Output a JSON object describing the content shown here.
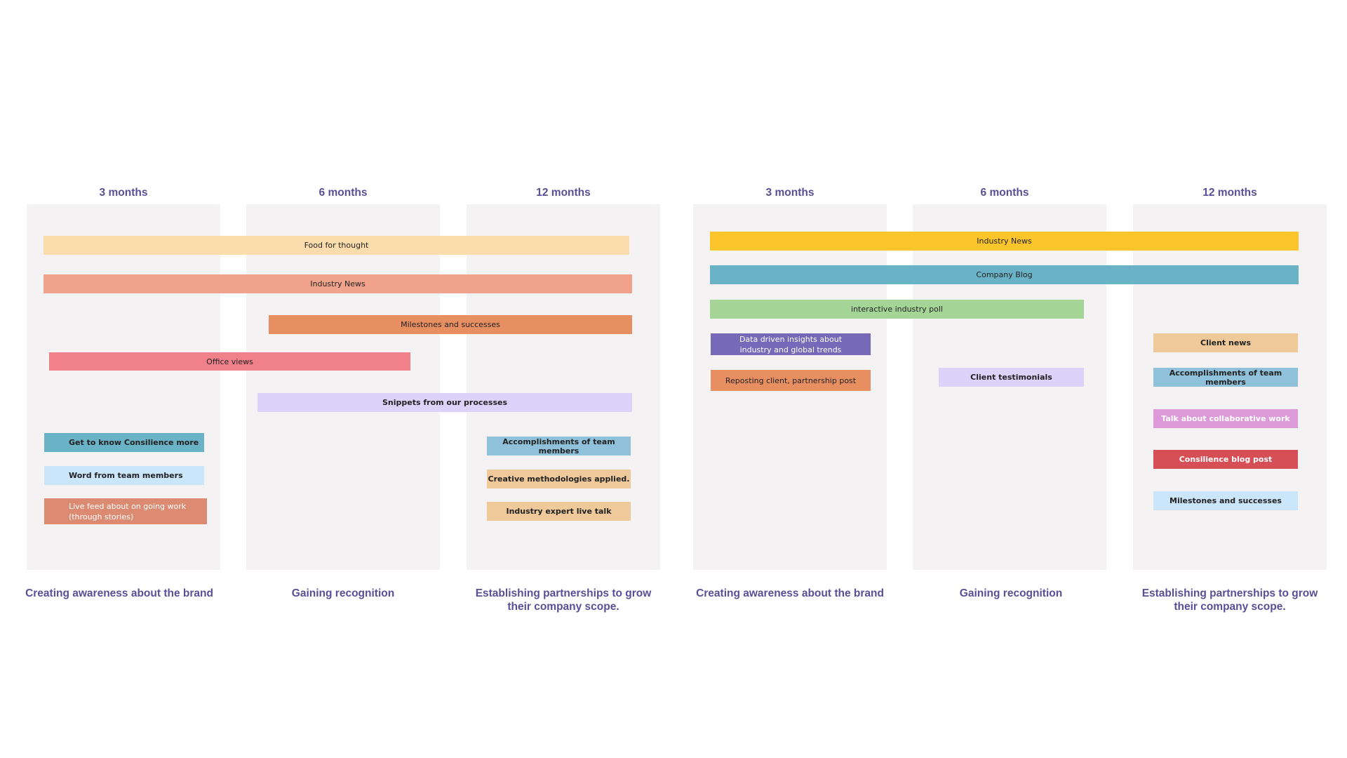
{
  "boards": [
    {
      "columns": [
        {
          "period": "3 months",
          "goal": "Creating awareness about the brand"
        },
        {
          "period": "6 months",
          "goal": "Gaining recognition"
        },
        {
          "period": "12 months",
          "goal": "Establishing partnerships to grow their company scope."
        }
      ],
      "items": [
        {
          "label": "Food for thought",
          "color": "#fcdcac"
        },
        {
          "label": "Industry News",
          "color": "#f2a38b"
        },
        {
          "label": "Milestones and successes",
          "color": "#e88f62"
        },
        {
          "label": "Office views",
          "color": "#f0808a"
        },
        {
          "label": "Snippets from our processes",
          "color": "#ddd3fa"
        },
        {
          "label": "Get to know Consilience more",
          "color": "#6ab2c5"
        },
        {
          "label": "Word from team members",
          "color": "#cbe5fa"
        },
        {
          "label": "Live feed about on going work (through stories)",
          "color": "#dd8a72"
        },
        {
          "label": "Accomplishments of team members",
          "color": "#8fc1da"
        },
        {
          "label": "Creative methodologies applied.",
          "color": "#efc999"
        },
        {
          "label": "Industry expert live talk",
          "color": "#efc999"
        }
      ]
    },
    {
      "columns": [
        {
          "period": "3 months",
          "goal": "Creating awareness about the brand"
        },
        {
          "period": "6 months",
          "goal": "Gaining recognition"
        },
        {
          "period": "12 months",
          "goal": "Establishing partnerships to grow their company scope."
        }
      ],
      "items": [
        {
          "label": "Industry News",
          "color": "#fbc52b"
        },
        {
          "label": "Company Blog",
          "color": "#6ab2c5"
        },
        {
          "label": "interactive industry poll",
          "color": "#a5d596"
        },
        {
          "label": "Data driven insights about industry and global trends",
          "color": "#7669b7"
        },
        {
          "label": "Reposting client, partnership post",
          "color": "#e88f62"
        },
        {
          "label": "Client testimonials",
          "color": "#ddd3fa"
        },
        {
          "label": "Client news",
          "color": "#efc999"
        },
        {
          "label": "Accomplishments of team members",
          "color": "#8fc1da"
        },
        {
          "label": "Talk about collaborative work",
          "color": "#dc9ad8"
        },
        {
          "label": "Consilience blog post",
          "color": "#d64f57"
        },
        {
          "label": "Milestones and successes",
          "color": "#cbe5fa"
        }
      ]
    }
  ]
}
